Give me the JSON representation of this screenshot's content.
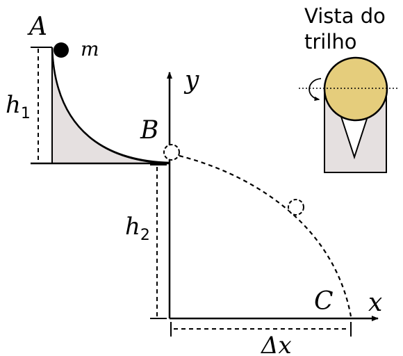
{
  "points": {
    "A": "A",
    "B": "B",
    "C": "C",
    "mass": "m"
  },
  "heights": {
    "h1": {
      "main": "h",
      "sub": "1"
    },
    "h2": {
      "main": "h",
      "sub": "2"
    }
  },
  "axes": {
    "x": "x",
    "y": "y"
  },
  "displacement": "Δx",
  "inset": {
    "line1": "Vista do",
    "line2": "trilho"
  },
  "colors": {
    "ramp_fill": "#e5e0e0",
    "ball_fill": "#e5cd7c",
    "stroke": "#000000"
  }
}
